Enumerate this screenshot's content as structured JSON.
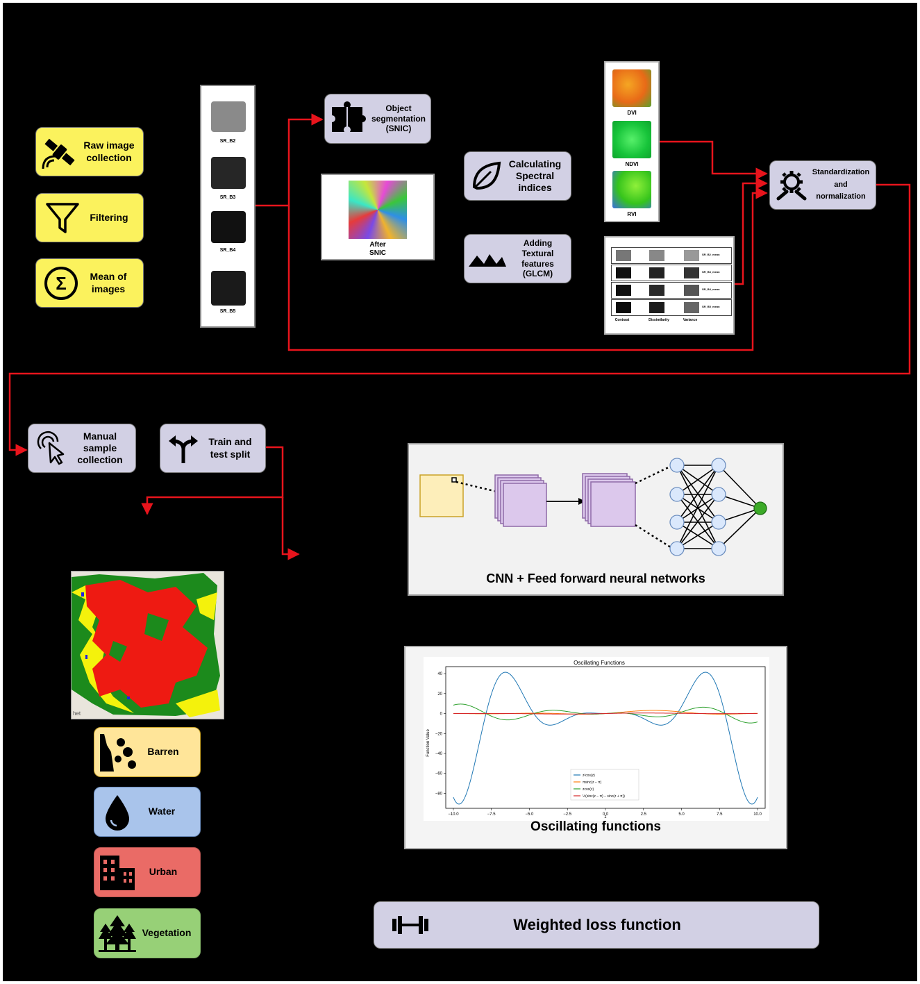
{
  "acquisition": {
    "raw_image": "Raw image collection",
    "filtering": "Filtering",
    "mean": "Mean of images"
  },
  "bands": [
    "SR_B2",
    "SR_B3",
    "SR_B4",
    "SR_B5"
  ],
  "segmentation": {
    "label": "Object segmentation (SNIC)",
    "after_line1": "After",
    "after_line2": "SNIC"
  },
  "spectral": {
    "label": "Calculating Spectral indices",
    "indices": [
      "DVI",
      "NDVI",
      "RVI"
    ]
  },
  "textural": {
    "label": "Adding Textural features (GLCM)",
    "row_labels": [
      "SR_B2_mean",
      "SR_B3_mean",
      "SR_B4_mean",
      "SR_B5_mean"
    ],
    "col_labels": [
      "Contrast",
      "Dissimilarity",
      "Variance"
    ]
  },
  "standardization": {
    "label": "Standardization and normalization"
  },
  "sampling": {
    "manual": "Manual sample collection",
    "split": "Train and test split"
  },
  "model": {
    "caption": "CNN + Feed forward neural networks"
  },
  "map": {
    "corner_text": "het"
  },
  "classes": [
    {
      "name": "Barren",
      "color": "#ffe599",
      "icon": "rock-slide-icon"
    },
    {
      "name": "Water",
      "color": "#a9c4eb",
      "icon": "water-drop-icon"
    },
    {
      "name": "Urban",
      "color": "#ea6b66",
      "icon": "building-icon"
    },
    {
      "name": "Vegetation",
      "color": "#97d077",
      "icon": "trees-icon"
    }
  ],
  "oscillating": {
    "caption": "Oscillating functions"
  },
  "loss": {
    "label": "Weighted loss function"
  },
  "chart_data": {
    "type": "line",
    "title": "Oscillating Functions",
    "xlabel": "z",
    "ylabel": "Function Value",
    "xlim": [
      -10.5,
      10.5
    ],
    "ylim": [
      -95,
      47
    ],
    "xticks": [
      "-10.0",
      "-7.5",
      "-5.0",
      "-2.5",
      "0.0",
      "2.5",
      "5.0",
      "7.5",
      "10.0"
    ],
    "yticks": [
      "40",
      "20",
      "0",
      "-20",
      "-40",
      "-60",
      "-80"
    ],
    "grid": false,
    "legend_position": "bottom-center",
    "series": [
      {
        "name": "z²cos(z)",
        "color": "#1f77b4",
        "formula": "z*z*cos(z)"
      },
      {
        "name": "πsinc(z − π)",
        "color": "#ff7f0e",
        "formula": "pi*sinc(z-pi)"
      },
      {
        "name": "zcos(z)",
        "color": "#2ca02c",
        "formula": "z*cos(z)"
      },
      {
        "name": "½(sinc(z − π) − sinc(z + π))",
        "color": "#d62728",
        "formula": "0.5*(sinc(z-pi)-sinc(z+pi))"
      }
    ]
  }
}
